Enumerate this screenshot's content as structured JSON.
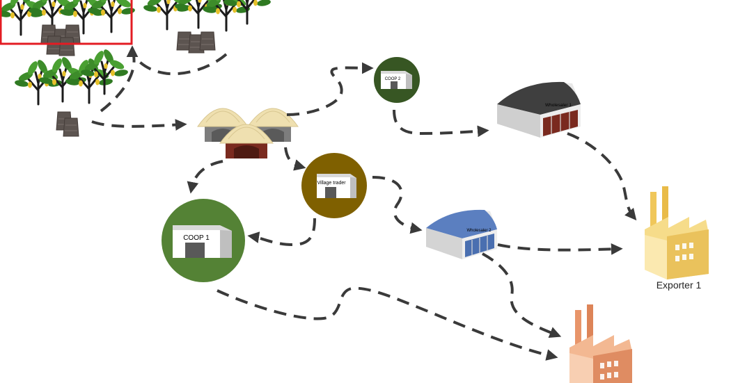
{
  "nodes": {
    "coop1": {
      "label": "COOP 1",
      "color": "#548235"
    },
    "coop2": {
      "label": "COOP 2",
      "color": "#375623"
    },
    "village_trader": {
      "label": "Village trader",
      "color": "#7f6000"
    },
    "wholesaler1": {
      "label": "Wholesaler 1",
      "color": "#3a3a3a"
    },
    "wholesaler2": {
      "label": "Wholesaler 2",
      "color": "#5b7fc0"
    },
    "exporter1": {
      "label": "Exporter 1",
      "color": "#f2d27a"
    },
    "exporter2": {
      "color": "#e8956a"
    }
  },
  "icons": {
    "farm": "tree-cluster-with-sacks-icon",
    "village": "village-huts-icon",
    "warehouse": "warehouse-icon",
    "factory": "factory-icon"
  },
  "highlight_color": "#e31c23",
  "arrow_color": "#3a3a3a"
}
